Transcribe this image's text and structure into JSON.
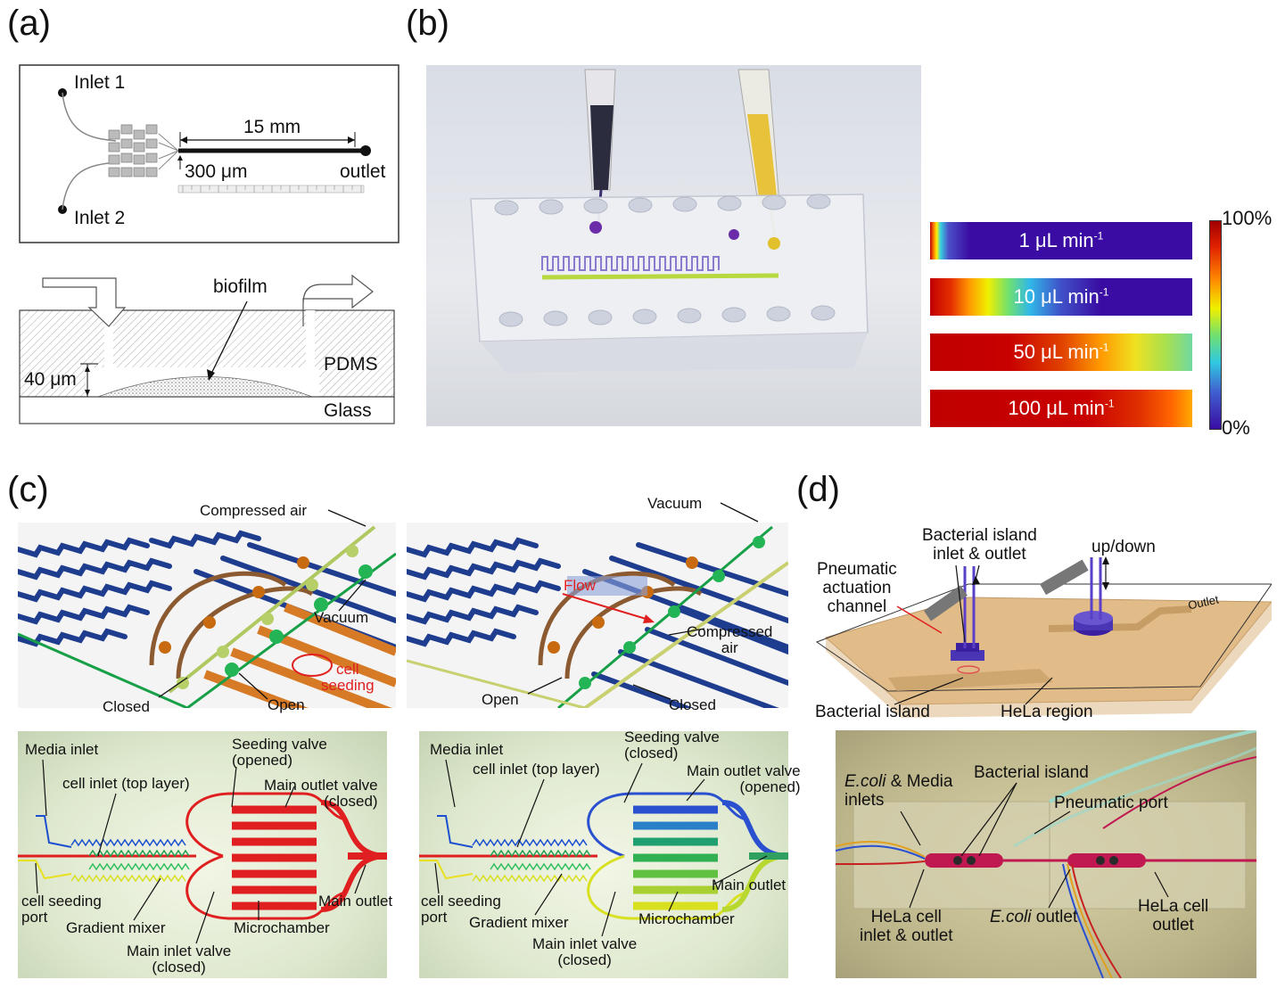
{
  "panel_labels": {
    "a": "(a)",
    "b": "(b)",
    "c": "(c)",
    "d": "(d)"
  },
  "panel_a": {
    "inlet1": "Inlet 1",
    "inlet2": "Inlet 2",
    "length": "15 mm",
    "width": "300 μm",
    "outlet": "outlet",
    "biofilm": "biofilm",
    "pdms": "PDMS",
    "glass": "Glass",
    "height": "40 μm"
  },
  "panel_b": {
    "bar_labels": [
      "1 μL min",
      "10 μL min",
      "50 μL min",
      "100 μL min"
    ],
    "unit_exponent": "-1",
    "colorbar_max": "100%",
    "colorbar_min": "0%",
    "colors": {
      "low": "#3a0ca3",
      "high": "#c00000"
    }
  },
  "panel_c": {
    "top_left": {
      "compressed_air": "Compressed air",
      "vacuum": "Vacuum",
      "cell_seeding": "cell\nseeding",
      "closed": "Closed",
      "open": "Open"
    },
    "top_right": {
      "vacuum": "Vacuum",
      "flow": "Flow",
      "compressed_air": "Compressed\nair",
      "open": "Open",
      "closed": "Closed"
    },
    "bottom_left": {
      "media_inlet": "Media inlet",
      "cell_inlet": "cell inlet (top layer)",
      "seeding_valve": "Seeding valve\n(opened)",
      "main_outlet_valve": "Main outlet valve\n(closed)",
      "cell_seeding_port": "cell seeding\nport",
      "gradient_mixer": "Gradient mixer",
      "main_inlet_valve": "Main inlet valve\n(closed)",
      "microchamber": "Microchamber",
      "main_outlet": "Main outlet"
    },
    "bottom_right": {
      "media_inlet": "Media inlet",
      "cell_inlet": "cell inlet (top layer)",
      "seeding_valve": "Seeding valve\n(closed)",
      "main_outlet_valve": "Main outlet valve\n(opened)",
      "cell_seeding_port": "cell seeding\nport",
      "gradient_mixer": "Gradient mixer",
      "main_inlet_valve": "Main inlet valve\n(closed)",
      "microchamber": "Microchamber",
      "main_outlet": "Main outlet"
    }
  },
  "panel_d": {
    "bacterial_island_inlet_outlet": "Bacterial island\ninlet & outlet",
    "up_down": "up/down",
    "pneumatic_actuation_channel": "Pneumatic\nactuation\nchannel",
    "outlet": "Outlet",
    "bacterial_island": "Bacterial island",
    "hela_region": "HeLa region",
    "ecoli_media_inlets_1": "E.coli",
    "ecoli_media_inlets_2": " & Media\ninlets",
    "bacterial_island_photo": "Bacterial island",
    "pneumatic_port": "Pneumatic port",
    "hela_inlet_outlet": "HeLa cell\ninlet & outlet",
    "ecoli_outlet_1": "E.coli",
    "ecoli_outlet_2": " outlet",
    "hela_outlet": "HeLa cell\noutlet"
  }
}
